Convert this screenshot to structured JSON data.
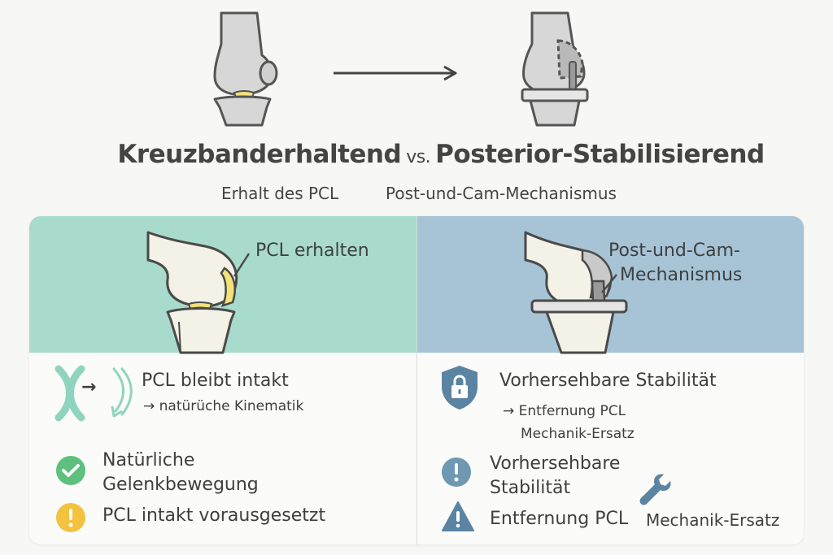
{
  "header": {
    "title_left": "Kreuzbanderhaltend",
    "title_vs": "vs.",
    "title_right": "Posterior-Stabilisierend",
    "sub_left": "Erhalt des PCL",
    "sub_right": "Post-und-Cam-Mechanismus"
  },
  "left_panel": {
    "illustration_label": "PCL erhalten",
    "item1_title": "PCL bleibt intakt",
    "item1_sub": "→ natürüche Kinematik",
    "item2_line1": "Natürliche",
    "item2_line2": "Gelenkbewegung",
    "item3": "PCL intakt vorausgesetzt"
  },
  "right_panel": {
    "illustration_label_line1": "Post-und-Cam-",
    "illustration_label_line2": "Mechanismus",
    "item1_title": "Vorhersehbare Stabilität",
    "item1_sub1": "→ Entfernung PCL",
    "item1_sub2": "Mechanik-Ersatz",
    "item2_line1": "Vorhersehbare",
    "item2_line2": "Stabilität",
    "item3_left": "Entfernung PCL",
    "item3_right": "Mechanik-Ersatz"
  },
  "colors": {
    "left_band": "#a8dbcb",
    "right_band": "#a6c4d6",
    "check_green": "#5fbf7f",
    "warn_yellow": "#f3c340",
    "shield_blue": "#5b84a3",
    "ligament_yellow": "#f2e27a"
  }
}
